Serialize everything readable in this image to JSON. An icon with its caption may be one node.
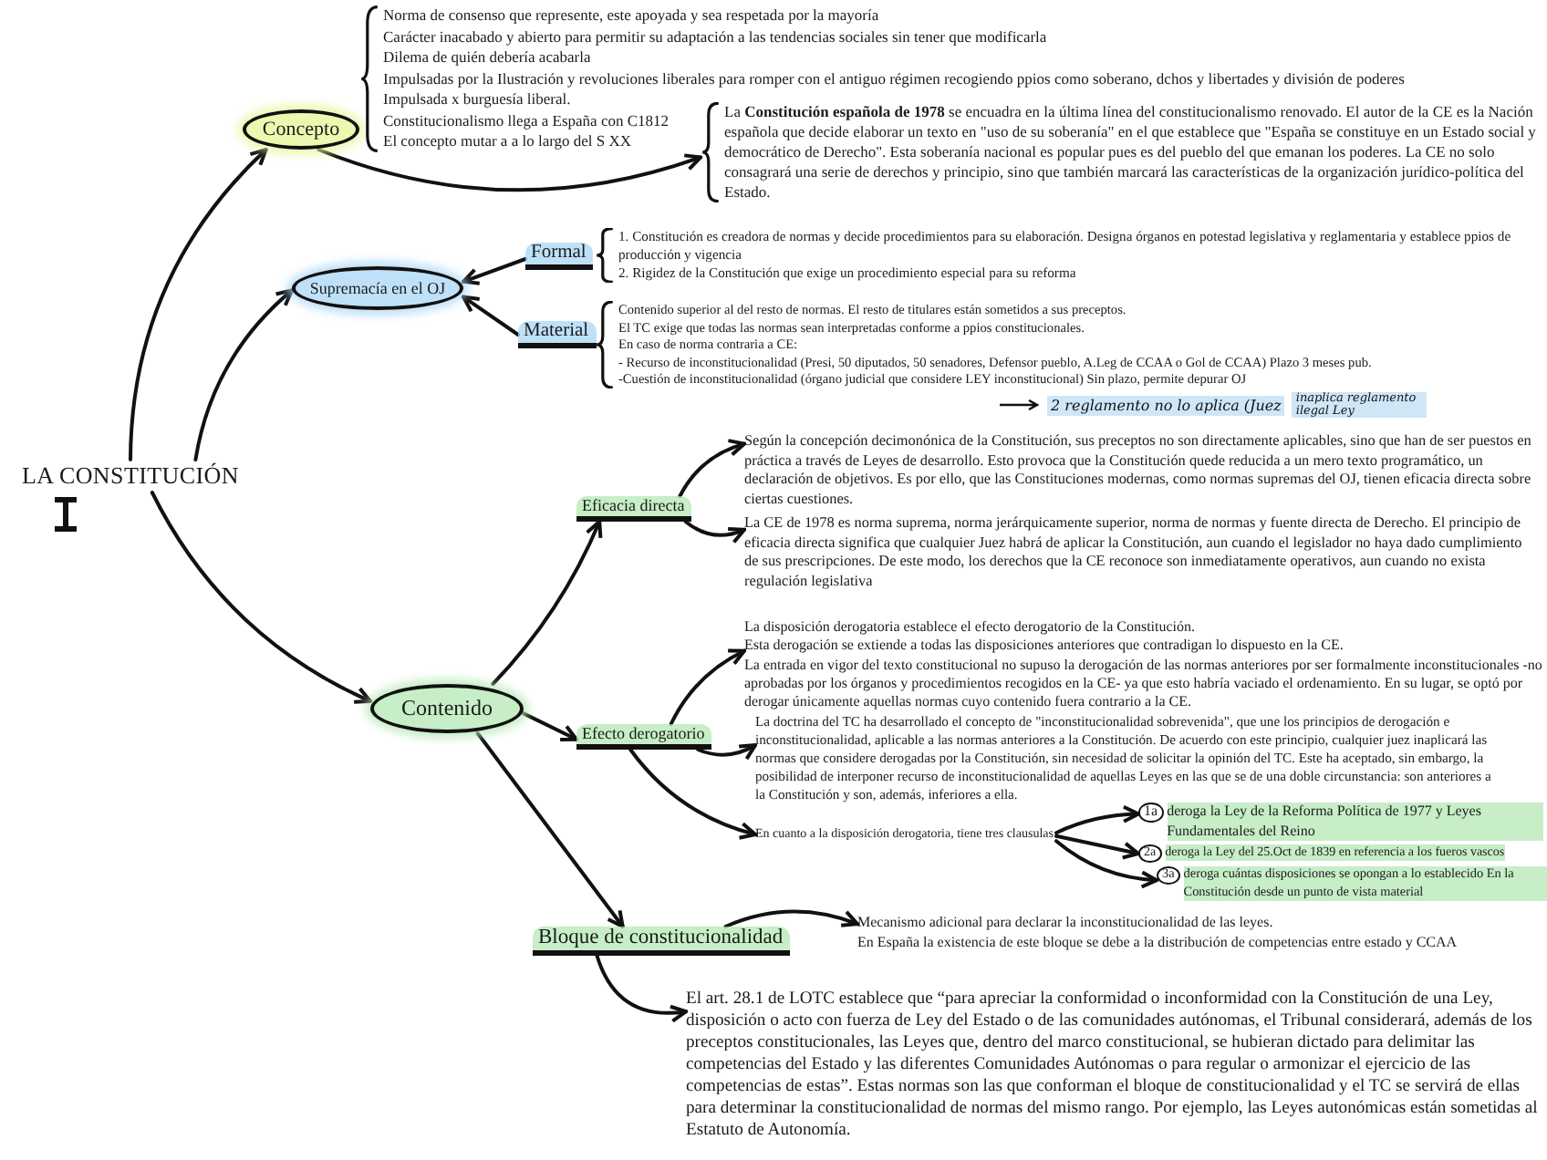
{
  "diagram": {
    "nodes": [
      {
        "text": [
          "LA CONSTITUCIÓN"
        ]
      },
      {
        "text": [
          "Concepto"
        ]
      },
      {
        "text": [
          "Norma de consenso que represente, este apoyada y sea respetada por la mayoría",
          "Carácter inacabado y abierto para permitir su adaptación a las tendencias sociales sin tener que modificarla",
          "Dilema de quién debería acabarla",
          "Impulsadas por la Ilustración y revoluciones liberales para romper con el antiguo régimen recogiendo ppios como soberano, dchos y libertades y división de poderes",
          "Impulsada x burguesía liberal.",
          "Constitucionalismo llega a España con C1812",
          "El concepto mutar a a lo largo del S XX"
        ]
      },
      {
        "text": [
          "La **Constitución española de 1978** se encuadra en la última línea del constitucionalismo renovado. El autor de la CE es la Nación española que decide elaborar un texto en \"uso de su soberanía\" en el que establece que \"España se constituye en un Estado social y democrático de Derecho\". Esta soberanía nacional es popular pues es del pueblo del que emanan los poderes. La CE no solo consagrará una serie de derechos y principio, sino que también marcará las características de la organización jurídico-política del Estado."
        ]
      },
      {
        "text": [
          "Supremacía en el OJ"
        ]
      },
      {
        "text": [
          "Formal"
        ]
      },
      {
        "text": [
          "Material"
        ]
      },
      {
        "text": [
          "1. Constitución es creadora de normas y decide procedimientos para su elaboración. Designa órganos en potestad legislativa y reglamentaria y establece ppios de producción y vigencia",
          "2. Rigidez de la Constitución que exige un procedimiento especial para su reforma"
        ]
      },
      {
        "text": [
          "Contenido superior al del resto de normas. El resto de titulares están sometidos a sus preceptos.",
          "El TC exige que todas las normas sean interpretadas conforme a ppios constitucionales.",
          "En caso de norma contraria a CE:",
          "- Recurso de inconstitucionalidad (Presi, 50 diputados, 50 senadores, Defensor pueblo, A.Leg de CCAA o Gol de CCAA) Plazo 3 meses pub.",
          "-Cuestión de inconstitucionalidad (órgano judicial que considere LEY inconstitucional) Sin plazo, permite depurar OJ"
        ]
      },
      {
        "text": [
          "Contenido"
        ]
      },
      {
        "text": [
          "Eficacia directa"
        ]
      },
      {
        "text": [
          "Según la concepción decimonónica de la Constitución, sus preceptos no son directamente aplicables, sino que han de ser puestos en práctica a través de Leyes de desarrollo. Esto provoca que la Constitución quede reducida a un mero texto programático, un declaración de objetivos. Es por ello, que las Constituciones modernas, como normas supremas del OJ, tienen eficacia directa sobre ciertas cuestiones."
        ]
      },
      {
        "text": [
          "La CE de 1978 es norma suprema, norma jerárquicamente superior, norma de normas y fuente directa de Derecho. El principio de eficacia directa significa que cualquier Juez habrá de aplicar la Constitución, aun cuando el legislador no haya dado cumplimiento de sus prescripciones. De este modo, los derechos que la CE reconoce son inmediatamente operativos, aun cuando no exista regulación legislativa"
        ]
      },
      {
        "text": [
          "Efecto derogatorio"
        ]
      },
      {
        "text": [
          "La disposición derogatoria establece el efecto derogatorio de la Constitución.",
          "Esta derogación se extiende a todas las disposiciones anteriores que contradigan lo dispuesto en la CE.",
          "La entrada en vigor del texto constitucional no supuso la derogación de las normas anteriores por ser formalmente inconstitucionales -no aprobadas por los órganos y procedimientos recogidos en la CE- ya que esto habría vaciado el ordenamiento. En su lugar, se optó por derogar únicamente aquellas normas cuyo contenido fuera contrario a la CE."
        ]
      },
      {
        "text": [
          "La doctrina del TC ha desarrollado el concepto de \"inconstitucionalidad sobrevenida\", que une los principios de derogación e inconstitucionalidad, aplicable a las normas anteriores a la Constitución. De acuerdo con este principio, cualquier juez inaplicará las normas que considere derogadas por la Constitución, sin necesidad de solicitar la opinión del TC. Este ha aceptado, sin embargo, la posibilidad de interponer recurso de inconstitucionalidad de aquellas Leyes en las que se de una doble circunstancia: son anteriores a la Constitución y son, además, inferiores a ella."
        ]
      },
      {
        "text": [
          "En cuanto a la disposición derogatoria, tiene tres clausulas."
        ]
      },
      {
        "text": [
          "1a",
          "deroga la Ley de la Reforma Política de 1977 y Leyes Fundamentales del Reino"
        ]
      },
      {
        "text": [
          "2a",
          "deroga la Ley del 25.Oct de 1839 en referencia a los fueros vascos"
        ]
      },
      {
        "text": [
          "3a",
          "deroga cuántas disposiciones se opongan a lo establecido En la Constitución desde un punto de vista material"
        ]
      },
      {
        "text": [
          "Bloque de constitucionalidad"
        ]
      },
      {
        "text": [
          "Mecanismo adicional para declarar la inconstitucionalidad de las leyes.",
          "En España la existencia de este bloque se debe a la distribución de competencias entre estado y CCAA"
        ]
      },
      {
        "text": [
          "El art. 28.1 de LOTC establece que “para apreciar la conformidad o inconformidad con la Constitución de una Ley, disposición o acto con fuerza de Ley del Estado o de las comunidades autónomas, el Tribunal considerará, además de los preceptos constitucionales, las Leyes que, dentro del marco constitucional, se hubieran dictado para delimitar las competencias del Estado y las diferentes Comunidades Autónomas o para regular o armonizar el ejercicio de las competencias de estas”. Estas normas son las que conforman el bloque de constitucionalidad y el TC se servirá de ellas para determinar la constitucionalidad de normas del mismo rango. Por ejemplo, las Leyes autonómicas están sometidas al Estatuto de Autonomía."
        ]
      }
    ],
    "edges": [
      {
        "from": 0,
        "to": 1,
        "arrow": "to"
      },
      {
        "from": 1,
        "to": 3,
        "arrow": "to"
      },
      {
        "from": 0,
        "to": 4,
        "arrow": "to"
      },
      {
        "from": 5,
        "to": 4,
        "arrow": "to"
      },
      {
        "from": 6,
        "to": 4,
        "arrow": "to"
      },
      {
        "from": 0,
        "to": 9,
        "arrow": "to"
      },
      {
        "from": 9,
        "to": 10,
        "arrow": "to"
      },
      {
        "from": 10,
        "to": 11,
        "arrow": "to"
      },
      {
        "from": 10,
        "to": 12,
        "arrow": "to"
      },
      {
        "from": 9,
        "to": 13,
        "arrow": "to"
      },
      {
        "from": 13,
        "to": 14,
        "arrow": "to"
      },
      {
        "from": 13,
        "to": 15,
        "arrow": "to"
      },
      {
        "from": 13,
        "to": 16,
        "arrow": "to"
      },
      {
        "from": 16,
        "to": 17,
        "arrow": "to"
      },
      {
        "from": 16,
        "to": 18,
        "arrow": "to"
      },
      {
        "from": 16,
        "to": 19,
        "arrow": "to"
      },
      {
        "from": 9,
        "to": 20,
        "arrow": "to"
      },
      {
        "from": 20,
        "to": 21,
        "arrow": "to"
      },
      {
        "from": 20,
        "to": 22,
        "arrow": "to"
      }
    ],
    "labels": [
      "2 reglamento no lo aplica (Juez",
      "inaplica reglamento ilegal Ley"
    ]
  }
}
